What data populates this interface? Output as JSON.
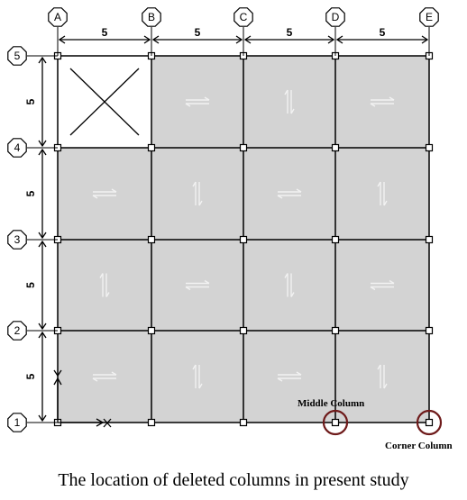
{
  "grid": {
    "columns": [
      "A",
      "B",
      "C",
      "D",
      "E"
    ],
    "rows": [
      "1",
      "2",
      "3",
      "4",
      "5"
    ],
    "x_spacing_label": "5",
    "y_spacing_label": "5"
  },
  "bays": [
    [
      "void",
      "h",
      "v",
      "h"
    ],
    [
      "h",
      "v",
      "h",
      "v"
    ],
    [
      "v",
      "h",
      "v",
      "h"
    ],
    [
      "h",
      "v",
      "h",
      "v"
    ]
  ],
  "annotations": {
    "middle_column": "Middle Column",
    "corner_column": "Corner Column"
  },
  "colors": {
    "slab": "#d3d3d3",
    "line": "#000000",
    "highlight_circle": "#6e1a1a",
    "slab_arrow": "#f2f2f2"
  },
  "caption": "The location of deleted columns in present study"
}
